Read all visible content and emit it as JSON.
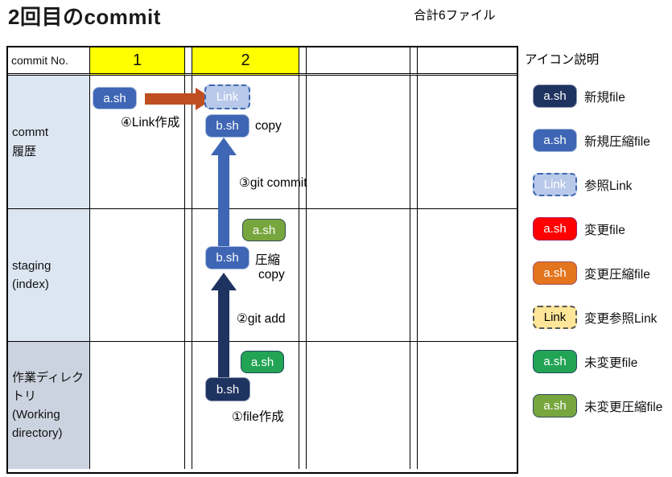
{
  "page": {
    "title": "2回目のcommit",
    "subtitle": "合計6ファイル"
  },
  "table": {
    "header": {
      "label": "commit No.",
      "col1": "1",
      "col2": "2",
      "col3": "",
      "col4": ""
    },
    "rows": [
      {
        "label": "commt\n履歴"
      },
      {
        "label": "staging\n(index)"
      },
      {
        "label": "作業ディレクトリ\n(Working directory)"
      }
    ]
  },
  "diagram": {
    "commit_row": {
      "ash_badge": "a.sh",
      "link_badge": "Link",
      "bsh_badge": "b.sh",
      "copy_label": "copy",
      "step4_label": "④Link作成",
      "step3_label": "③git commit"
    },
    "staging_row": {
      "ash_badge": "a.sh",
      "bsh_badge": "b.sh",
      "compress_label": "圧縮",
      "copy_label": "copy",
      "step2_label": "②git add"
    },
    "working_row": {
      "ash_badge": "a.sh",
      "bsh_badge": "b.sh",
      "step1_label": "①file作成"
    }
  },
  "legend": {
    "title": "アイコン説明",
    "items": [
      {
        "badge": "a.sh",
        "label": "新規file"
      },
      {
        "badge": "a.sh",
        "label": "新規圧縮file"
      },
      {
        "badge": "Link",
        "label": "参照Link"
      },
      {
        "badge": "a.sh",
        "label": "変更file"
      },
      {
        "badge": "a.sh",
        "label": "変更圧縮file"
      },
      {
        "badge": "Link",
        "label": "変更参照Link"
      },
      {
        "badge": "a.sh",
        "label": "未変更file"
      },
      {
        "badge": "a.sh",
        "label": "未変更圧縮file"
      }
    ]
  },
  "colors": {
    "navy": "#1f3360",
    "blue": "#3e66b4",
    "link_blue_bg": "#b9c9e9",
    "link_blue_border": "#3f66b0",
    "red": "#fe0000",
    "orange": "#e2751d",
    "link_yellow_bg": "#ffe699",
    "link_yellow_border": "#595959",
    "green": "#23a455",
    "olive": "#77a63e",
    "arrow_brown": "#bf4e22",
    "header_yellow": "#ffff00",
    "rowlabel_light": "#dce6f2",
    "rowlabel_gray": "#ccd3e0"
  }
}
